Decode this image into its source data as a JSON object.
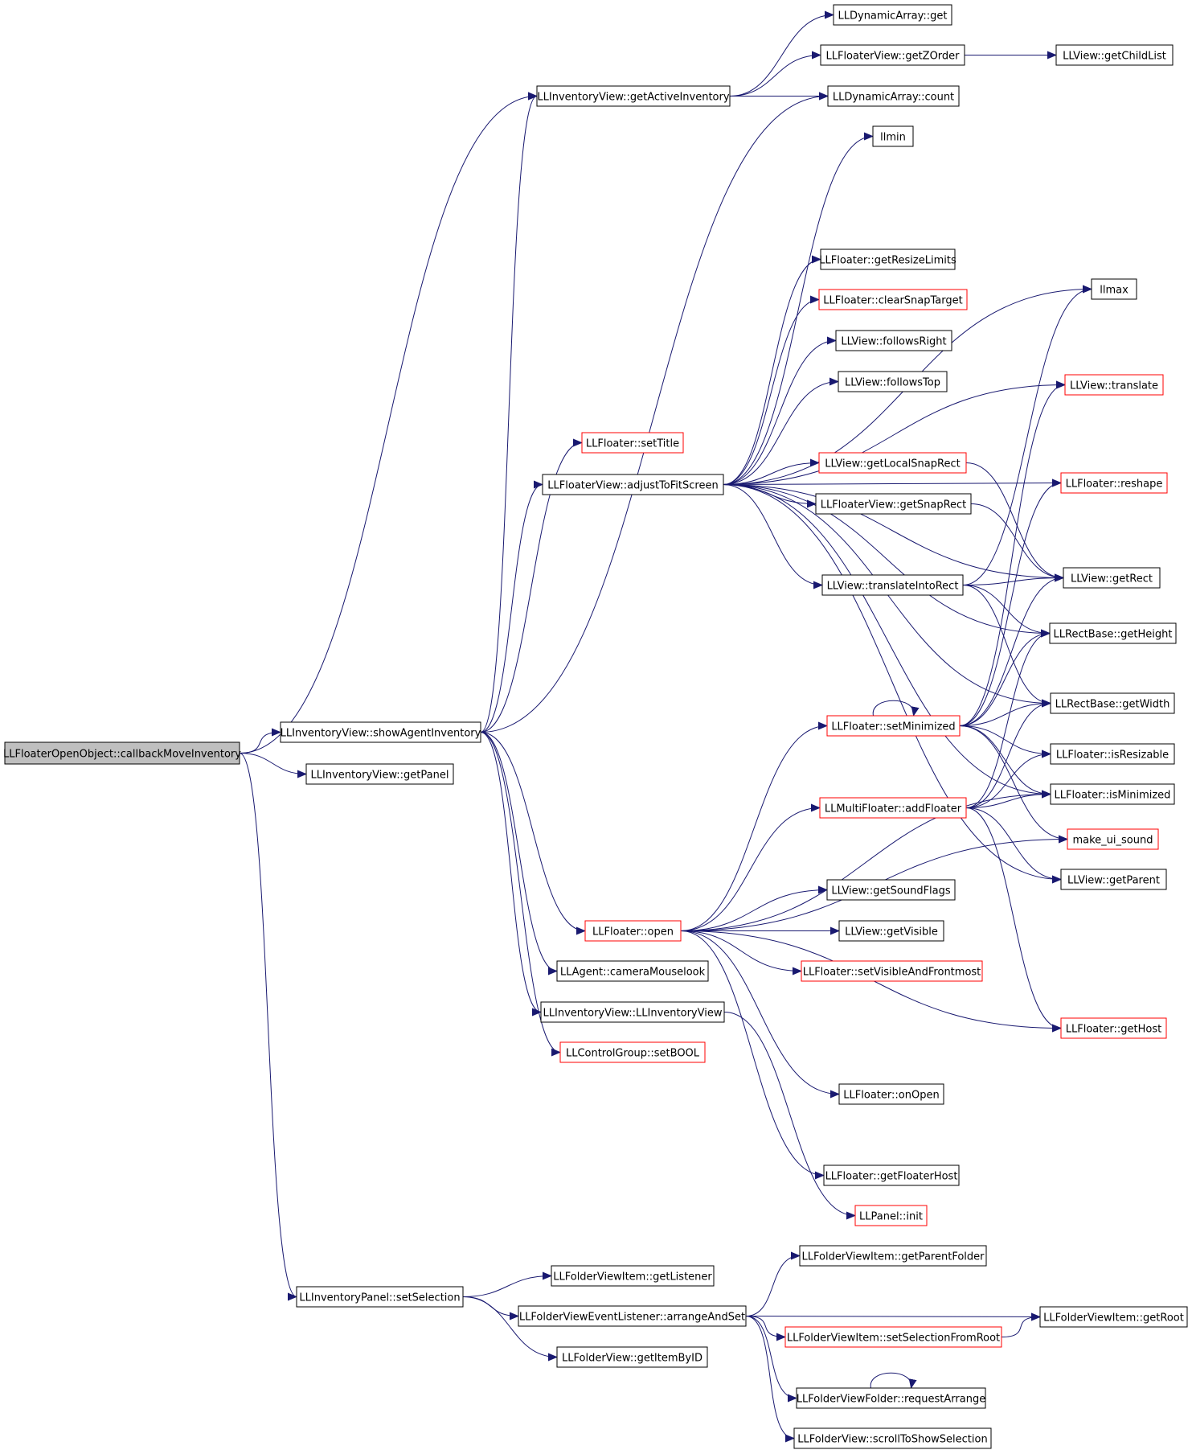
{
  "graph": {
    "colors": {
      "edge": "#191970",
      "node_border": "#000000",
      "node_border_link": "#ff0000",
      "root_fill": "#bfbfbf",
      "node_fill": "#ffffff",
      "text": "#000000"
    },
    "nodes": [
      {
        "id": "root",
        "label": "LLFloaterOpenObject::callbackMoveInventory",
        "border": "black",
        "root": true
      },
      {
        "id": "showAgentInventory",
        "label": "LLInventoryView::showAgentInventory",
        "border": "black"
      },
      {
        "id": "getPanel",
        "label": "LLInventoryView::getPanel",
        "border": "black"
      },
      {
        "id": "getActiveInventory",
        "label": "LLInventoryView::getActiveInventory",
        "border": "black"
      },
      {
        "id": "setSelection",
        "label": "LLInventoryPanel::setSelection",
        "border": "black"
      },
      {
        "id": "dynGet",
        "label": "LLDynamicArray::get",
        "border": "black"
      },
      {
        "id": "getZOrder",
        "label": "LLFloaterView::getZOrder",
        "border": "black"
      },
      {
        "id": "getChildList",
        "label": "LLView::getChildList",
        "border": "black"
      },
      {
        "id": "dynCount",
        "label": "LLDynamicArray::count",
        "border": "black"
      },
      {
        "id": "llmin",
        "label": "llmin",
        "border": "black"
      },
      {
        "id": "getResizeLimits",
        "label": "LLFloater::getResizeLimits",
        "border": "black"
      },
      {
        "id": "llmax",
        "label": "llmax",
        "border": "black"
      },
      {
        "id": "clearSnapTarget",
        "label": "LLFloater::clearSnapTarget",
        "border": "red"
      },
      {
        "id": "followsRight",
        "label": "LLView::followsRight",
        "border": "black"
      },
      {
        "id": "translate",
        "label": "LLView::translate",
        "border": "red"
      },
      {
        "id": "followsTop",
        "label": "LLView::followsTop",
        "border": "black"
      },
      {
        "id": "setTitle",
        "label": "LLFloater::setTitle",
        "border": "red"
      },
      {
        "id": "getLocalSnapRect",
        "label": "LLView::getLocalSnapRect",
        "border": "red"
      },
      {
        "id": "reshape",
        "label": "LLFloater::reshape",
        "border": "red"
      },
      {
        "id": "adjustToFitScreen",
        "label": "LLFloaterView::adjustToFitScreen",
        "border": "black"
      },
      {
        "id": "getSnapRect",
        "label": "LLFloaterView::getSnapRect",
        "border": "black"
      },
      {
        "id": "getRect",
        "label": "LLView::getRect",
        "border": "black"
      },
      {
        "id": "translateIntoRect",
        "label": "LLView::translateIntoRect",
        "border": "black"
      },
      {
        "id": "getHeight",
        "label": "LLRectBase::getHeight",
        "border": "black"
      },
      {
        "id": "getWidth",
        "label": "LLRectBase::getWidth",
        "border": "black"
      },
      {
        "id": "setMinimized",
        "label": "LLFloater::setMinimized",
        "border": "red"
      },
      {
        "id": "isResizable",
        "label": "LLFloater::isResizable",
        "border": "black"
      },
      {
        "id": "isMinimized",
        "label": "LLFloater::isMinimized",
        "border": "black"
      },
      {
        "id": "addFloater",
        "label": "LLMultiFloater::addFloater",
        "border": "red"
      },
      {
        "id": "make_ui_sound",
        "label": "make_ui_sound",
        "border": "red"
      },
      {
        "id": "getParent",
        "label": "LLView::getParent",
        "border": "black"
      },
      {
        "id": "getSoundFlags",
        "label": "LLView::getSoundFlags",
        "border": "black"
      },
      {
        "id": "open",
        "label": "LLFloater::open",
        "border": "red"
      },
      {
        "id": "getVisible",
        "label": "LLView::getVisible",
        "border": "black"
      },
      {
        "id": "setVisibleAndFrontmost",
        "label": "LLFloater::setVisibleAndFrontmost",
        "border": "red"
      },
      {
        "id": "cameraMouselook",
        "label": "LLAgent::cameraMouselook",
        "border": "black"
      },
      {
        "id": "invViewCtor",
        "label": "LLInventoryView::LLInventoryView",
        "border": "black"
      },
      {
        "id": "getHost",
        "label": "LLFloater::getHost",
        "border": "red"
      },
      {
        "id": "setBOOL",
        "label": "LLControlGroup::setBOOL",
        "border": "red"
      },
      {
        "id": "onOpen",
        "label": "LLFloater::onOpen",
        "border": "black"
      },
      {
        "id": "getFloaterHost",
        "label": "LLFloater::getFloaterHost",
        "border": "black"
      },
      {
        "id": "panelInit",
        "label": "LLPanel::init",
        "border": "red"
      },
      {
        "id": "getParentFolder",
        "label": "LLFolderViewItem::getParentFolder",
        "border": "black"
      },
      {
        "id": "getListener",
        "label": "LLFolderViewItem::getListener",
        "border": "black"
      },
      {
        "id": "arrangeAndSet",
        "label": "LLFolderViewEventListener::arrangeAndSet",
        "border": "black"
      },
      {
        "id": "getRoot",
        "label": "LLFolderViewItem::getRoot",
        "border": "black"
      },
      {
        "id": "setSelectionFromRoot",
        "label": "LLFolderViewItem::setSelectionFromRoot",
        "border": "red"
      },
      {
        "id": "getItemByID",
        "label": "LLFolderView::getItemByID",
        "border": "black"
      },
      {
        "id": "requestArrange",
        "label": "LLFolderViewFolder::requestArrange",
        "border": "black"
      },
      {
        "id": "scrollToShowSelection",
        "label": "LLFolderView::scrollToShowSelection",
        "border": "black"
      }
    ],
    "edges": [
      [
        "root",
        "getActiveInventory"
      ],
      [
        "root",
        "showAgentInventory"
      ],
      [
        "root",
        "getPanel"
      ],
      [
        "root",
        "setSelection"
      ],
      [
        "getActiveInventory",
        "dynGet"
      ],
      [
        "getActiveInventory",
        "getZOrder"
      ],
      [
        "getActiveInventory",
        "dynCount"
      ],
      [
        "getZOrder",
        "getChildList"
      ],
      [
        "showAgentInventory",
        "getActiveInventory"
      ],
      [
        "showAgentInventory",
        "dynCount"
      ],
      [
        "showAgentInventory",
        "setTitle"
      ],
      [
        "showAgentInventory",
        "adjustToFitScreen"
      ],
      [
        "showAgentInventory",
        "open"
      ],
      [
        "showAgentInventory",
        "cameraMouselook"
      ],
      [
        "showAgentInventory",
        "invViewCtor"
      ],
      [
        "showAgentInventory",
        "setBOOL"
      ],
      [
        "adjustToFitScreen",
        "llmin"
      ],
      [
        "adjustToFitScreen",
        "getResizeLimits"
      ],
      [
        "adjustToFitScreen",
        "clearSnapTarget"
      ],
      [
        "adjustToFitScreen",
        "followsRight"
      ],
      [
        "adjustToFitScreen",
        "followsTop"
      ],
      [
        "adjustToFitScreen",
        "llmax"
      ],
      [
        "adjustToFitScreen",
        "translate"
      ],
      [
        "adjustToFitScreen",
        "getLocalSnapRect"
      ],
      [
        "adjustToFitScreen",
        "reshape"
      ],
      [
        "adjustToFitScreen",
        "getSnapRect"
      ],
      [
        "adjustToFitScreen",
        "translateIntoRect"
      ],
      [
        "adjustToFitScreen",
        "getRect"
      ],
      [
        "adjustToFitScreen",
        "getHeight"
      ],
      [
        "adjustToFitScreen",
        "getWidth"
      ],
      [
        "adjustToFitScreen",
        "isMinimized"
      ],
      [
        "adjustToFitScreen",
        "getParent"
      ],
      [
        "getLocalSnapRect",
        "getRect"
      ],
      [
        "getSnapRect",
        "getRect"
      ],
      [
        "translateIntoRect",
        "llmax"
      ],
      [
        "translateIntoRect",
        "getRect"
      ],
      [
        "translateIntoRect",
        "getHeight"
      ],
      [
        "translateIntoRect",
        "getWidth"
      ],
      [
        "setMinimized",
        "setMinimized"
      ],
      [
        "setMinimized",
        "translate"
      ],
      [
        "setMinimized",
        "reshape"
      ],
      [
        "setMinimized",
        "getRect"
      ],
      [
        "setMinimized",
        "getHeight"
      ],
      [
        "setMinimized",
        "getWidth"
      ],
      [
        "setMinimized",
        "isResizable"
      ],
      [
        "setMinimized",
        "isMinimized"
      ],
      [
        "setMinimized",
        "make_ui_sound"
      ],
      [
        "addFloater",
        "getHeight"
      ],
      [
        "addFloater",
        "getWidth"
      ],
      [
        "addFloater",
        "isResizable"
      ],
      [
        "addFloater",
        "isMinimized"
      ],
      [
        "addFloater",
        "getParent"
      ],
      [
        "addFloater",
        "getHost"
      ],
      [
        "open",
        "setMinimized"
      ],
      [
        "open",
        "addFloater"
      ],
      [
        "open",
        "getSoundFlags"
      ],
      [
        "open",
        "getVisible"
      ],
      [
        "open",
        "setVisibleAndFrontmost"
      ],
      [
        "open",
        "make_ui_sound"
      ],
      [
        "open",
        "isMinimized"
      ],
      [
        "open",
        "getHost"
      ],
      [
        "open",
        "onOpen"
      ],
      [
        "open",
        "getFloaterHost"
      ],
      [
        "invViewCtor",
        "panelInit"
      ],
      [
        "setSelection",
        "getListener"
      ],
      [
        "setSelection",
        "arrangeAndSet"
      ],
      [
        "setSelection",
        "getItemByID"
      ],
      [
        "arrangeAndSet",
        "getParentFolder"
      ],
      [
        "arrangeAndSet",
        "getRoot"
      ],
      [
        "arrangeAndSet",
        "setSelectionFromRoot"
      ],
      [
        "arrangeAndSet",
        "requestArrange"
      ],
      [
        "arrangeAndSet",
        "scrollToShowSelection"
      ],
      [
        "setSelectionFromRoot",
        "getRoot"
      ],
      [
        "requestArrange",
        "requestArrange"
      ]
    ]
  }
}
